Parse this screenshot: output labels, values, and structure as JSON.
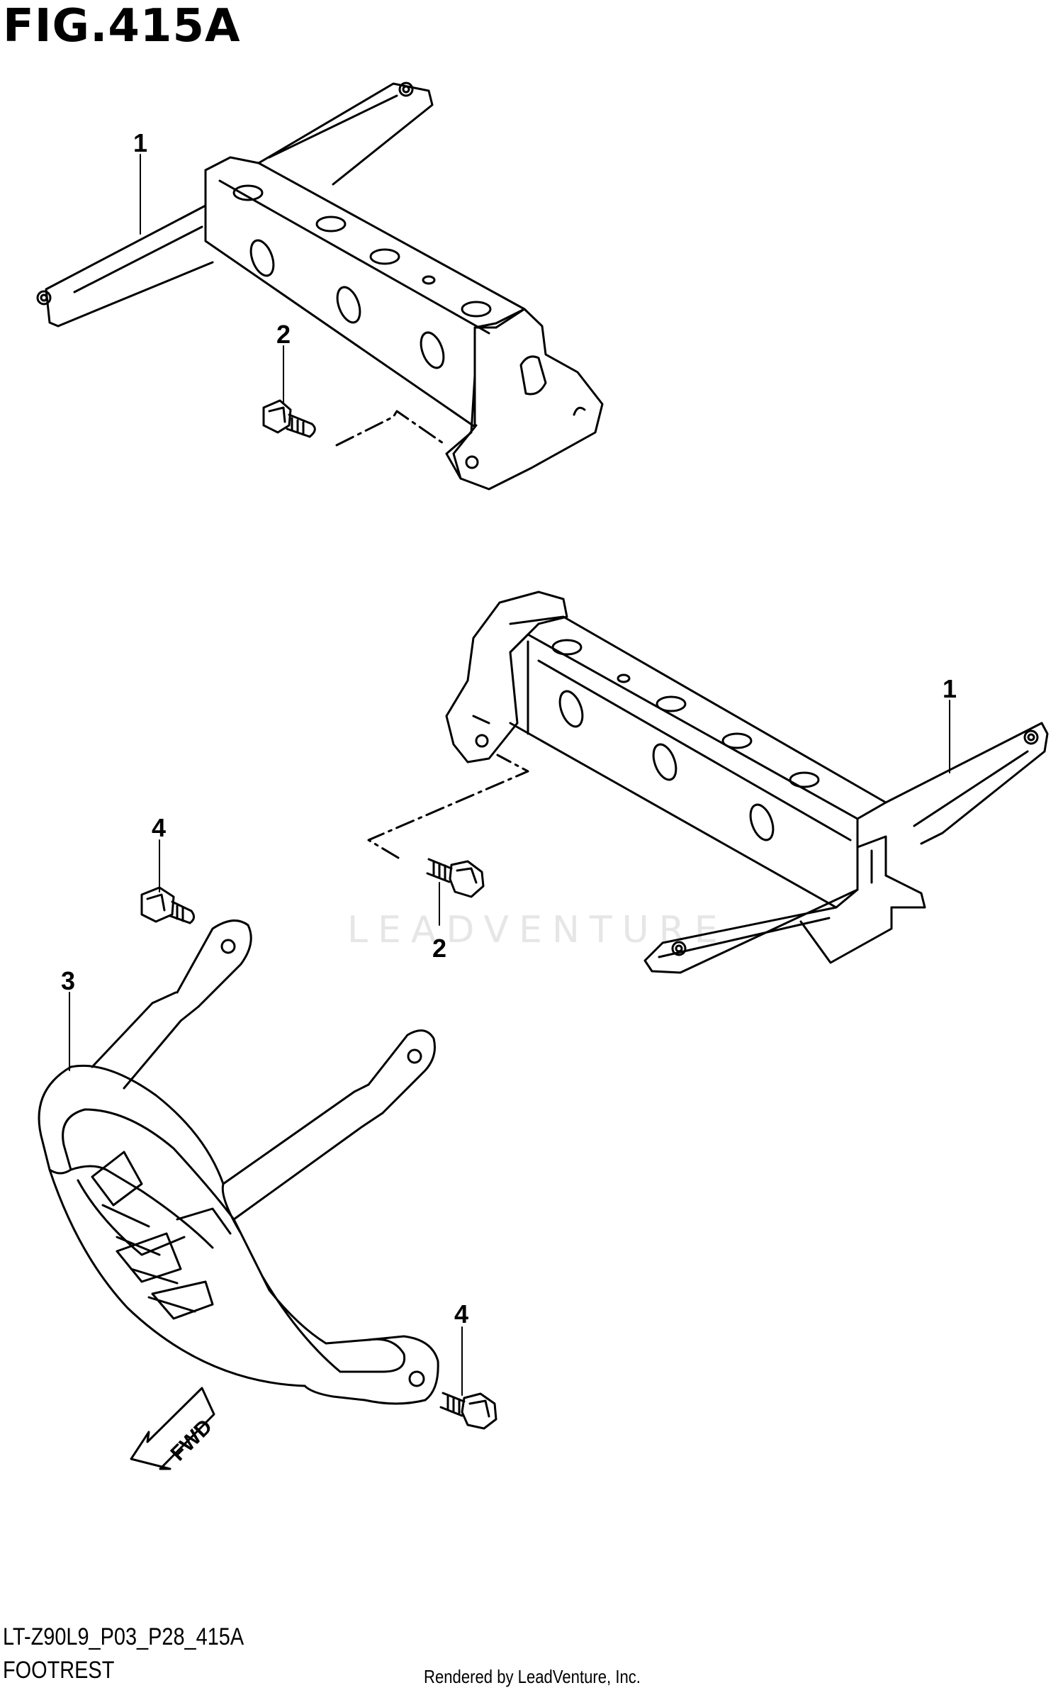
{
  "figure": {
    "title": "FIG.415A",
    "model_code": "LT-Z90L9_P03_P28_415A",
    "section_name": "FOOTREST",
    "credit": "Rendered by LeadVenture, Inc.",
    "watermark": "LEADVENTURE"
  },
  "callouts": [
    {
      "id": "1",
      "label": "1",
      "part": "footrest bracket (upper)"
    },
    {
      "id": "2",
      "label": "2",
      "part": "bolt (upper)"
    },
    {
      "id": "1b",
      "label": "1",
      "part": "footrest bracket (lower)"
    },
    {
      "id": "2b",
      "label": "2",
      "part": "bolt (lower)"
    },
    {
      "id": "4",
      "label": "4",
      "part": "bolt (guard top)"
    },
    {
      "id": "3",
      "label": "3",
      "part": "guard"
    },
    {
      "id": "4b",
      "label": "4",
      "part": "bolt (guard bottom)"
    }
  ],
  "fwd_arrow": {
    "label": "FWD"
  },
  "colors": {
    "line": "#000000",
    "background": "#ffffff",
    "watermark": "#e6e6e6"
  }
}
